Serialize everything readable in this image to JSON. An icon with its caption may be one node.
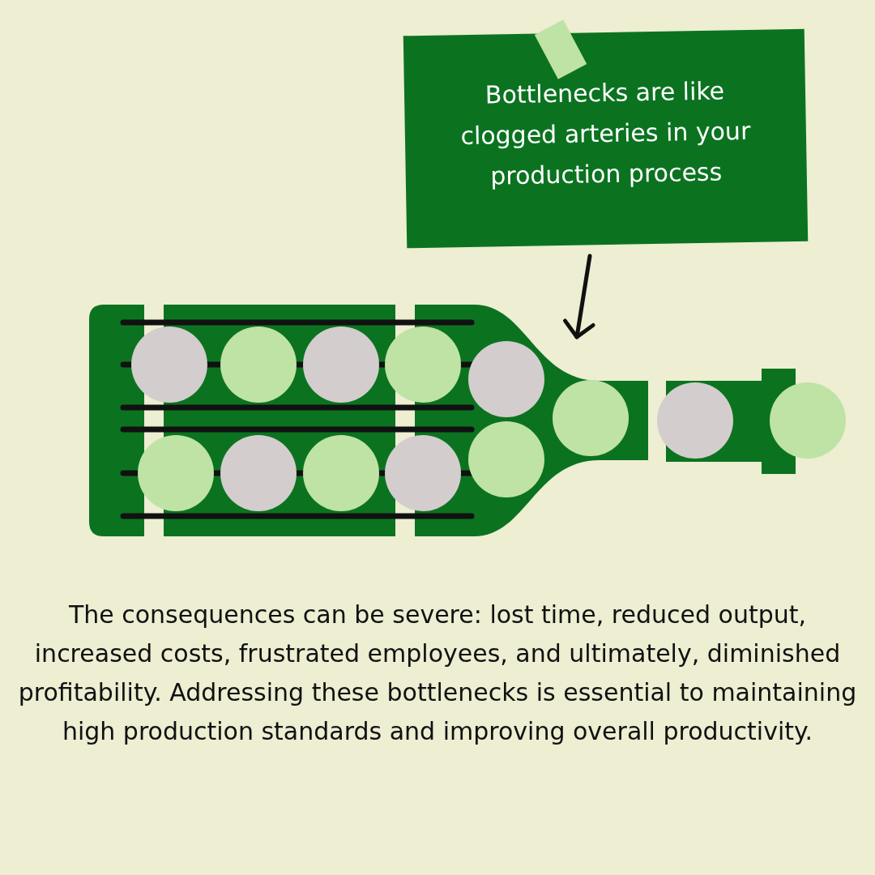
{
  "diagram": {
    "caption": "The consequences can be severe: lost time, reduced output, increased costs, frustrated employees, and ultimately, diminished profitability. Addressing these bottlenecks is essential to maintaining high production standards and improving overall productivity.",
    "nodes": [
      {
        "text": [
          "Bottlenecks are like clogged arteries in your production process"
        ]
      },
      {
        "text": [],
        "shape": "picture"
      }
    ],
    "edges": [
      {
        "from": 0,
        "to": 1,
        "arrow": "to"
      }
    ]
  }
}
